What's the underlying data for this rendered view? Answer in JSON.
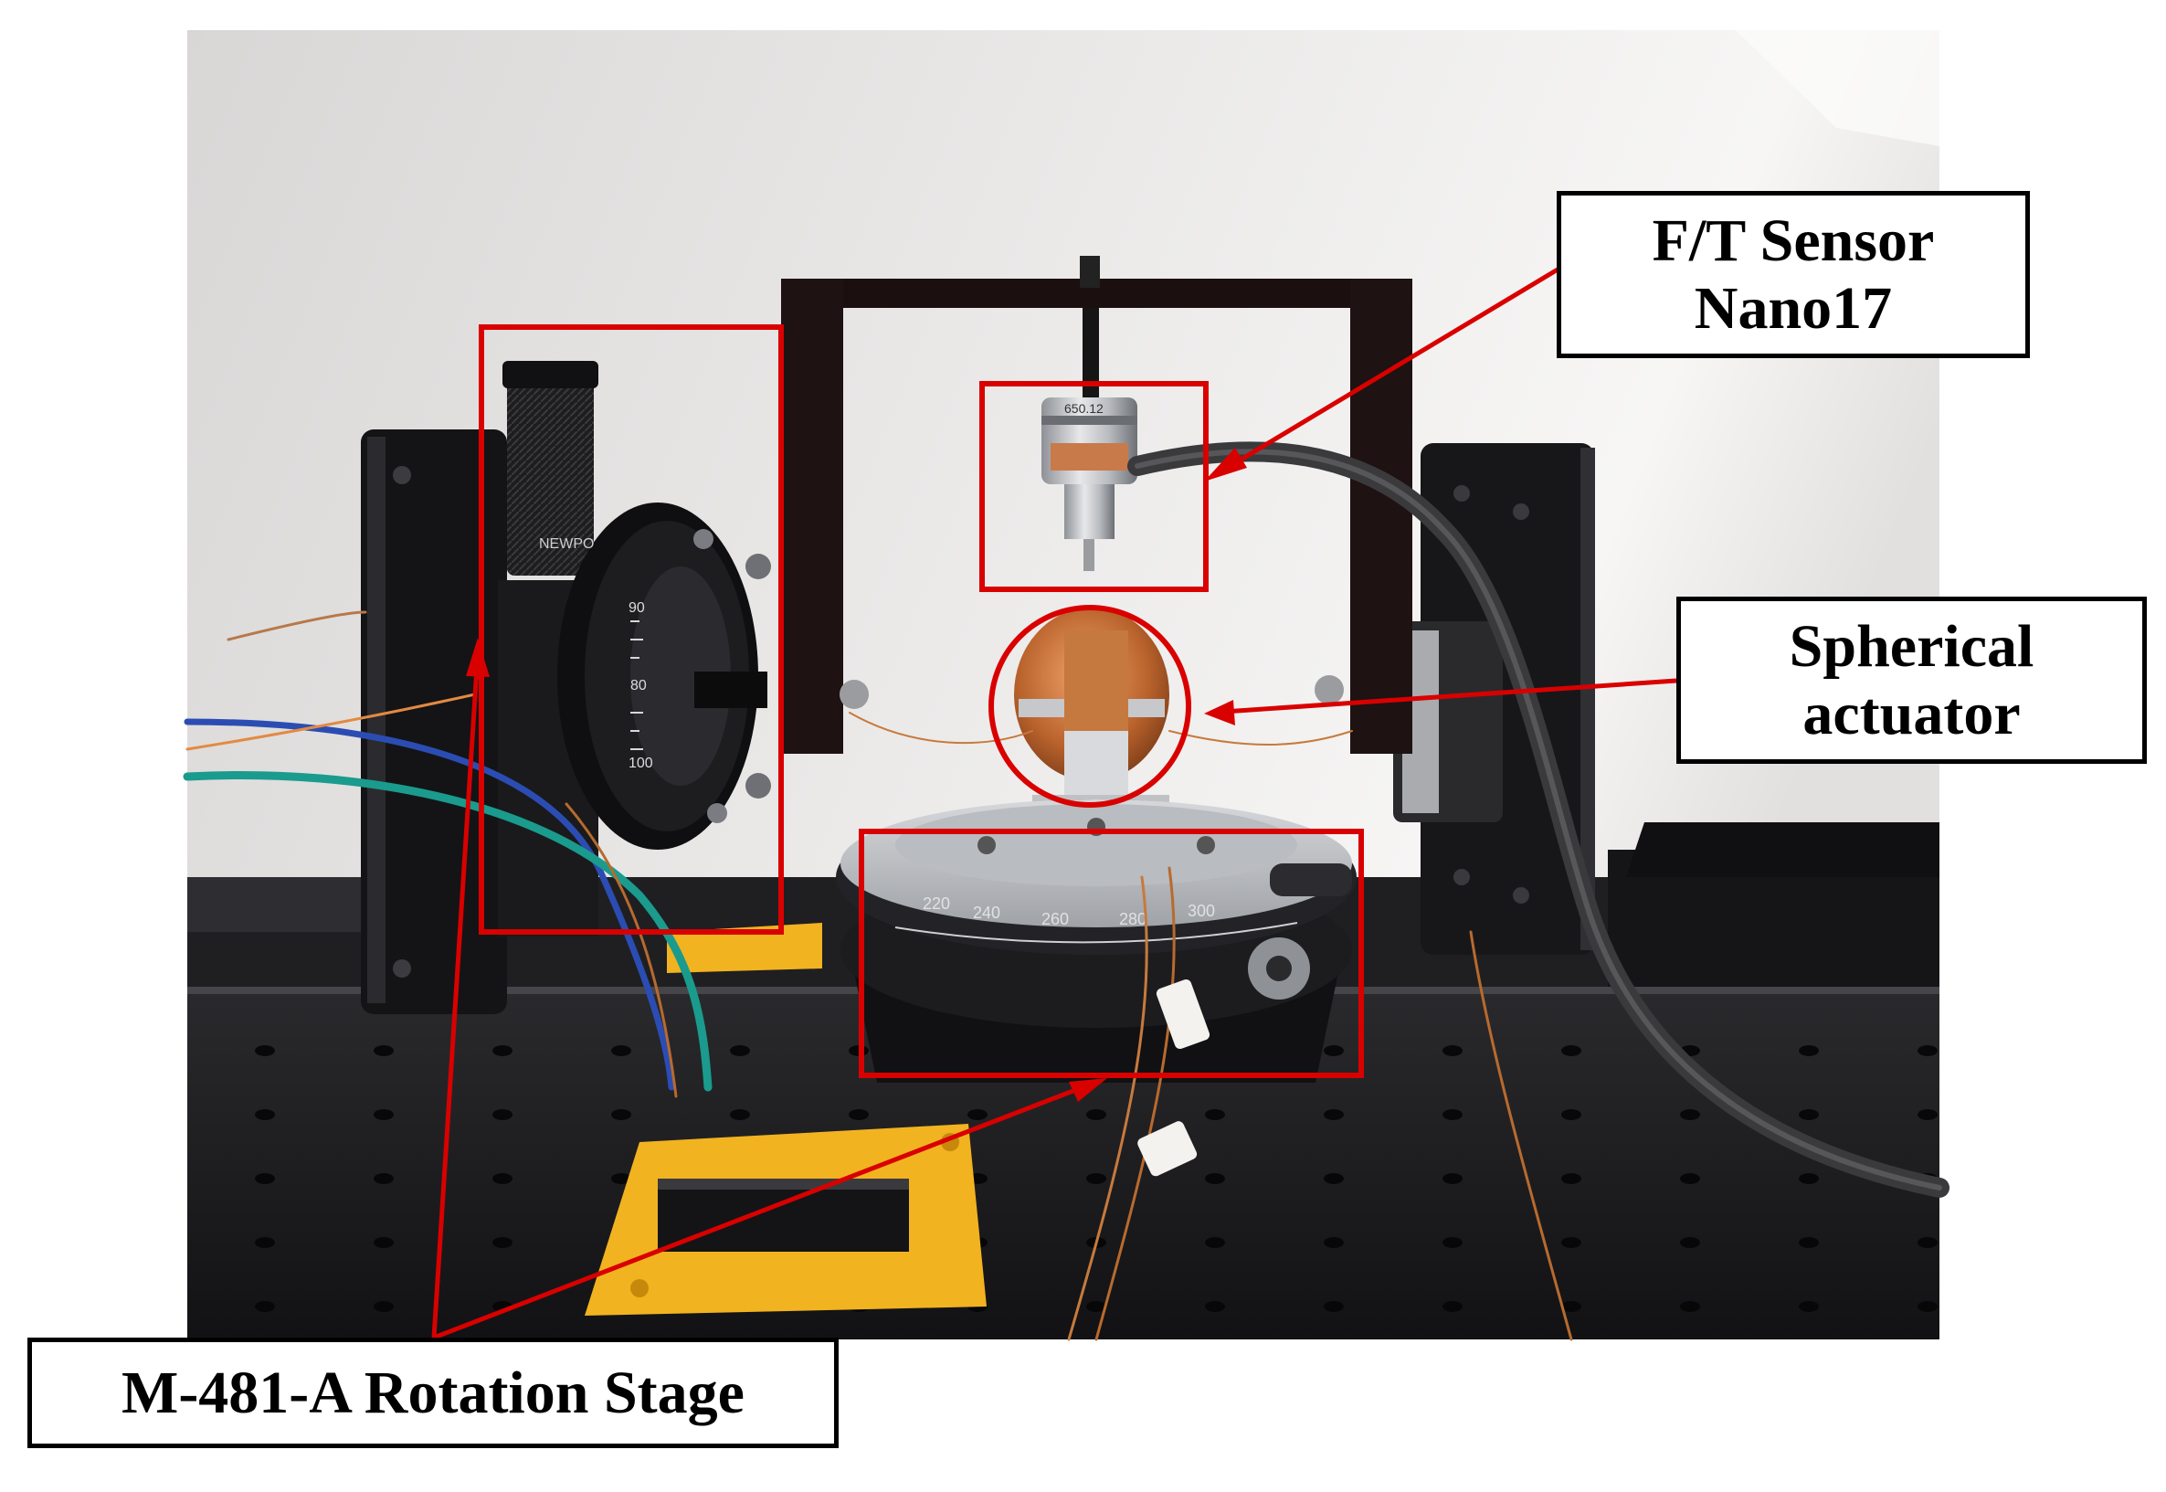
{
  "figure": {
    "photo_description_icon": "experimental-setup-photo",
    "labels": {
      "ft_sensor": {
        "line1": "F/T Sensor",
        "line2": "Nano17"
      },
      "spherical_actuator": {
        "line1": "Spherical",
        "line2": "actuator"
      },
      "rotation_stage": {
        "text": "M-481-A Rotation Stage"
      }
    },
    "stage_dial_ticks": [
      "220",
      "240",
      "260",
      "280",
      "300"
    ],
    "goniometer_ticks": [
      "90",
      "80",
      "100"
    ],
    "sensor_marking": "650.12",
    "brand_marking": "NEWPO",
    "colors": {
      "annotation_red": "#d90000",
      "label_border": "#000000",
      "backdrop": "#e9e7e6",
      "table": "#1b1b1d",
      "yellow_board": "#f2b320"
    }
  }
}
